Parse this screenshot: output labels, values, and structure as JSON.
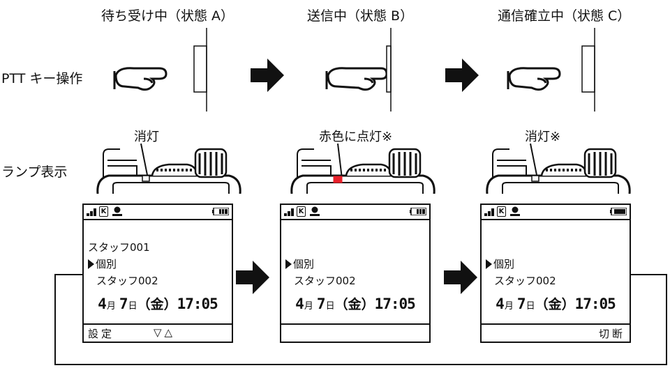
{
  "states": [
    {
      "title": "待ち受け中（状態 A）",
      "lamp_caption": "消灯",
      "lamp_on": false,
      "lamp_color": "#e8202a",
      "screen": {
        "line1": "スタッフ001",
        "line2": "個別",
        "line3": "スタッフ002",
        "month": "4",
        "month_unit": "月",
        "day": "7",
        "day_unit": "日",
        "weekday": "（金）",
        "time": "17:05",
        "soft_left": "設定",
        "soft_mid": "▽△",
        "soft_right": ""
      }
    },
    {
      "title": "送信中（状態 B）",
      "lamp_caption": "赤色に点灯※",
      "lamp_on": true,
      "lamp_color": "#e8202a",
      "screen": {
        "line1": "",
        "line2": "個別",
        "line3": "スタッフ002",
        "month": "4",
        "month_unit": "月",
        "day": "7",
        "day_unit": "日",
        "weekday": "（金）",
        "time": "17:05",
        "soft_left": "",
        "soft_mid": "",
        "soft_right": ""
      }
    },
    {
      "title": "通信確立中（状態 C）",
      "lamp_caption": "消灯※",
      "lamp_on": false,
      "lamp_color": "#e8202a",
      "screen": {
        "line1": "",
        "line2": "個別",
        "line3": "スタッフ002",
        "month": "4",
        "month_unit": "月",
        "day": "7",
        "day_unit": "日",
        "weekday": "（金）",
        "time": "17:05",
        "soft_left": "",
        "soft_mid": "",
        "soft_right": "切断"
      }
    }
  ],
  "rows": {
    "ptt_label": "PTT キー操作",
    "lamp_label": "ランプ表示"
  },
  "icons": {
    "status_key": "K",
    "arrow": "right-arrow-icon",
    "hand": "pressing-hand-icon",
    "signal": "signal-icon",
    "person": "person-icon",
    "battery": "battery-icon"
  },
  "colors": {
    "lamp_red": "#e8202a",
    "line": "#111111"
  }
}
